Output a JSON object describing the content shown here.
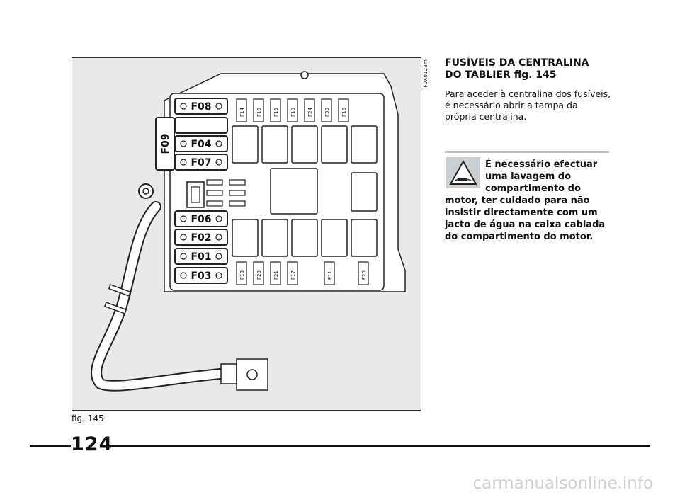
{
  "figure": {
    "code": "F0X0128m",
    "caption": "fig. 145",
    "fuse_labels": [
      "F08",
      "F04",
      "F07",
      "F06",
      "F02",
      "F01",
      "F03"
    ],
    "side_fuse_label": "F09",
    "top_small_fuses": [
      "F14",
      "F19",
      "F15",
      "F10",
      "F24",
      "F30",
      "F16"
    ],
    "bottom_small_fuses": [
      "F18",
      "F23",
      "F21",
      "F17",
      "F11",
      "F20"
    ]
  },
  "section": {
    "title_line1": "FUSÍVEIS DA CENTRALINA",
    "title_line2": "DO TABLIER fig. 145",
    "intro": "Para aceder à centralina dos fusíveis, é necessário abrir a tampa da própria centralina."
  },
  "warning": {
    "icon": "warning-triangle-icon",
    "text_first": "É necessário efectuar uma lavagem do compartimento do",
    "text_rest": "motor, ter cuidado para não insistir directamente com um jacto de água na caixa cablada do compartimento do motor."
  },
  "footer": {
    "page_number": "124",
    "watermark": "carmanualsonline.info"
  }
}
